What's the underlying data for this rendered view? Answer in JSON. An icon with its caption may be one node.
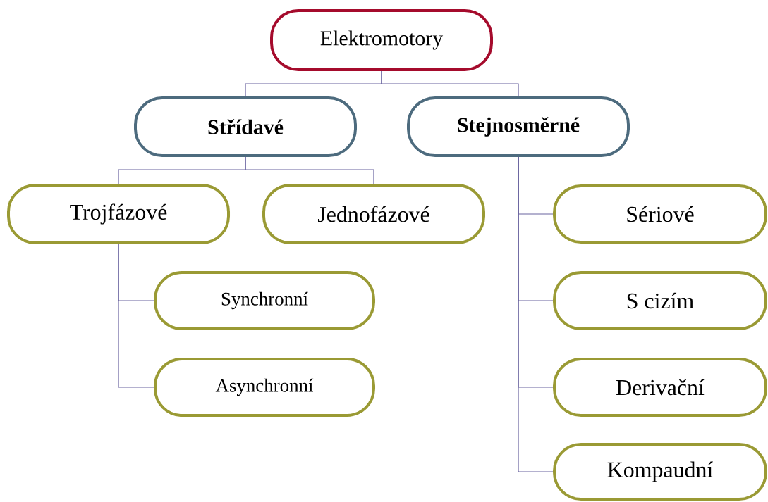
{
  "diagram": {
    "nodes": [
      {
        "text": [
          "Elektromotory"
        ]
      },
      {
        "text": [
          "Střídavé"
        ]
      },
      {
        "text": [
          "Stejnosměrné"
        ]
      },
      {
        "text": [
          "Trojfázové"
        ]
      },
      {
        "text": [
          "Jednofázové"
        ]
      },
      {
        "text": [
          "Synchronní"
        ]
      },
      {
        "text": [
          "Asynchronní"
        ]
      },
      {
        "text": [
          "Sériové"
        ]
      },
      {
        "text": [
          "S cizím"
        ]
      },
      {
        "text": [
          "Derivační"
        ]
      },
      {
        "text": [
          "Kompaudní"
        ]
      }
    ],
    "edges": [
      {
        "from": 0,
        "to": 1,
        "arrow": "none"
      },
      {
        "from": 0,
        "to": 2,
        "arrow": "none"
      },
      {
        "from": 1,
        "to": 3,
        "arrow": "none"
      },
      {
        "from": 1,
        "to": 4,
        "arrow": "none"
      },
      {
        "from": 3,
        "to": 5,
        "arrow": "none"
      },
      {
        "from": 3,
        "to": 6,
        "arrow": "none"
      },
      {
        "from": 2,
        "to": 7,
        "arrow": "none"
      },
      {
        "from": 2,
        "to": 8,
        "arrow": "none"
      },
      {
        "from": 2,
        "to": 9,
        "arrow": "none"
      },
      {
        "from": 2,
        "to": 10,
        "arrow": "none"
      }
    ]
  }
}
